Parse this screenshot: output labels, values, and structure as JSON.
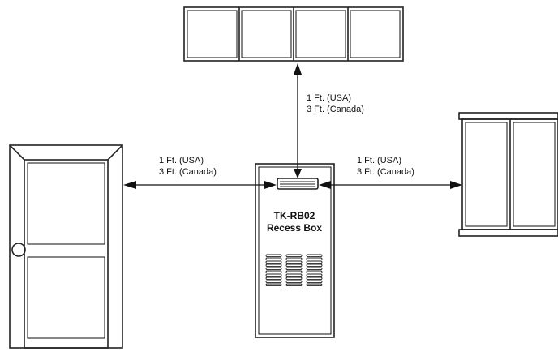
{
  "box": {
    "model": "TK-RB02",
    "name": "Recess Box"
  },
  "clearances": {
    "top": {
      "usa": "1 Ft. (USA)",
      "canada": "3 Ft. (Canada)"
    },
    "left": {
      "usa": "1 Ft. (USA)",
      "canada": "3 Ft. (Canada)"
    },
    "right": {
      "usa": "1 Ft. (USA)",
      "canada": "3 Ft. (Canada)"
    }
  }
}
